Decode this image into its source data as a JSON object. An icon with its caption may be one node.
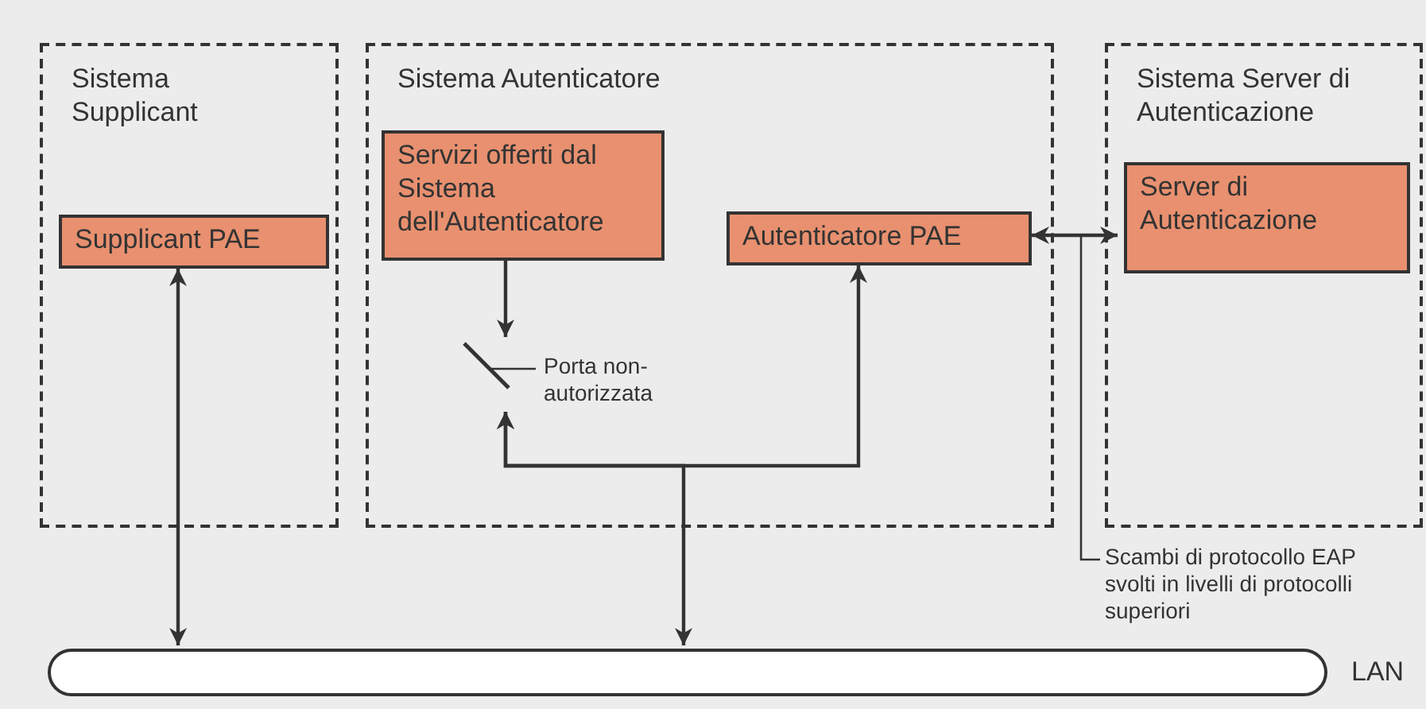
{
  "diagram": {
    "nodes": [
      {
        "text": [
          "Sistema Supplicant"
        ]
      },
      {
        "text": [
          "Supplicant PAE"
        ],
        "in": 0
      },
      {
        "text": [
          "Sistema Autenticatore"
        ]
      },
      {
        "text": [
          "Servizi offerti dal Sistema dell'Autenticatore"
        ],
        "in": 2
      },
      {
        "text": [
          "Autenticatore PAE"
        ],
        "in": 2
      },
      {
        "text": [],
        "shape": "switch",
        "in": 2
      },
      {
        "text": [
          "Porta non-autorizzata"
        ],
        "in": 2
      },
      {
        "text": [
          "Sistema Server di Autenticazione"
        ]
      },
      {
        "text": [
          "Server di Autenticazione"
        ],
        "in": 7
      },
      {
        "text": [
          "Scambi di protocollo EAP svolti in livelli di protocolli superiori"
        ]
      },
      {
        "text": [],
        "shape": "cylinder",
        "beside": [
          "LAN"
        ]
      }
    ],
    "edges": [
      {
        "from": 1,
        "to": 10,
        "arrow": "both"
      },
      {
        "from": 3,
        "to": 5,
        "arrow": "to"
      },
      {
        "from": 4,
        "to": 5,
        "arrow": "both"
      },
      {
        "from": 10,
        "to": 5,
        "arrow": "both"
      },
      {
        "from": 4,
        "to": 8,
        "arrow": "both"
      },
      {
        "from": 6,
        "to": 5,
        "arrow": "none"
      },
      {
        "from": 9,
        "to": null,
        "arrow": "none"
      }
    ]
  }
}
